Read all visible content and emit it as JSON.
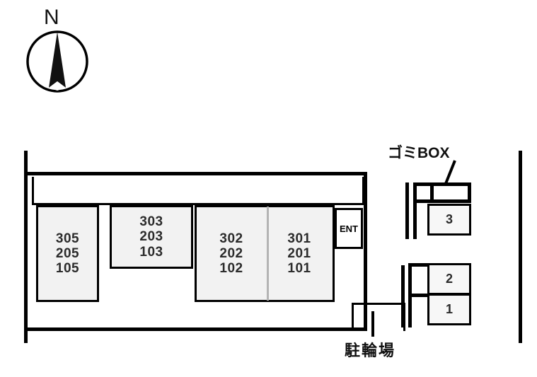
{
  "compass": {
    "label": "N",
    "icon": "compass-north-arrow-icon"
  },
  "annotations": {
    "gomi_box": "ゴミBOX",
    "bicycle_parking": "駐輪場",
    "entrance": "ENT"
  },
  "building": {
    "units": [
      {
        "id": "unit-a",
        "numbers": [
          "305",
          "205",
          "105"
        ]
      },
      {
        "id": "unit-b",
        "numbers": [
          "303",
          "203",
          "103"
        ]
      },
      {
        "id": "unit-c",
        "numbers": [
          "302",
          "202",
          "102"
        ]
      },
      {
        "id": "unit-d",
        "numbers": [
          "301",
          "201",
          "101"
        ]
      }
    ]
  },
  "parking": {
    "stalls": [
      {
        "id": "stall-3",
        "number": "3"
      },
      {
        "id": "stall-2",
        "number": "2"
      },
      {
        "id": "stall-1",
        "number": "1"
      }
    ]
  },
  "colors": {
    "line": "#000000",
    "unit_fill": "#f2f2f2",
    "text": "#2b2b2b",
    "background": "#ffffff",
    "thin_divider": "#b4b4b4"
  }
}
